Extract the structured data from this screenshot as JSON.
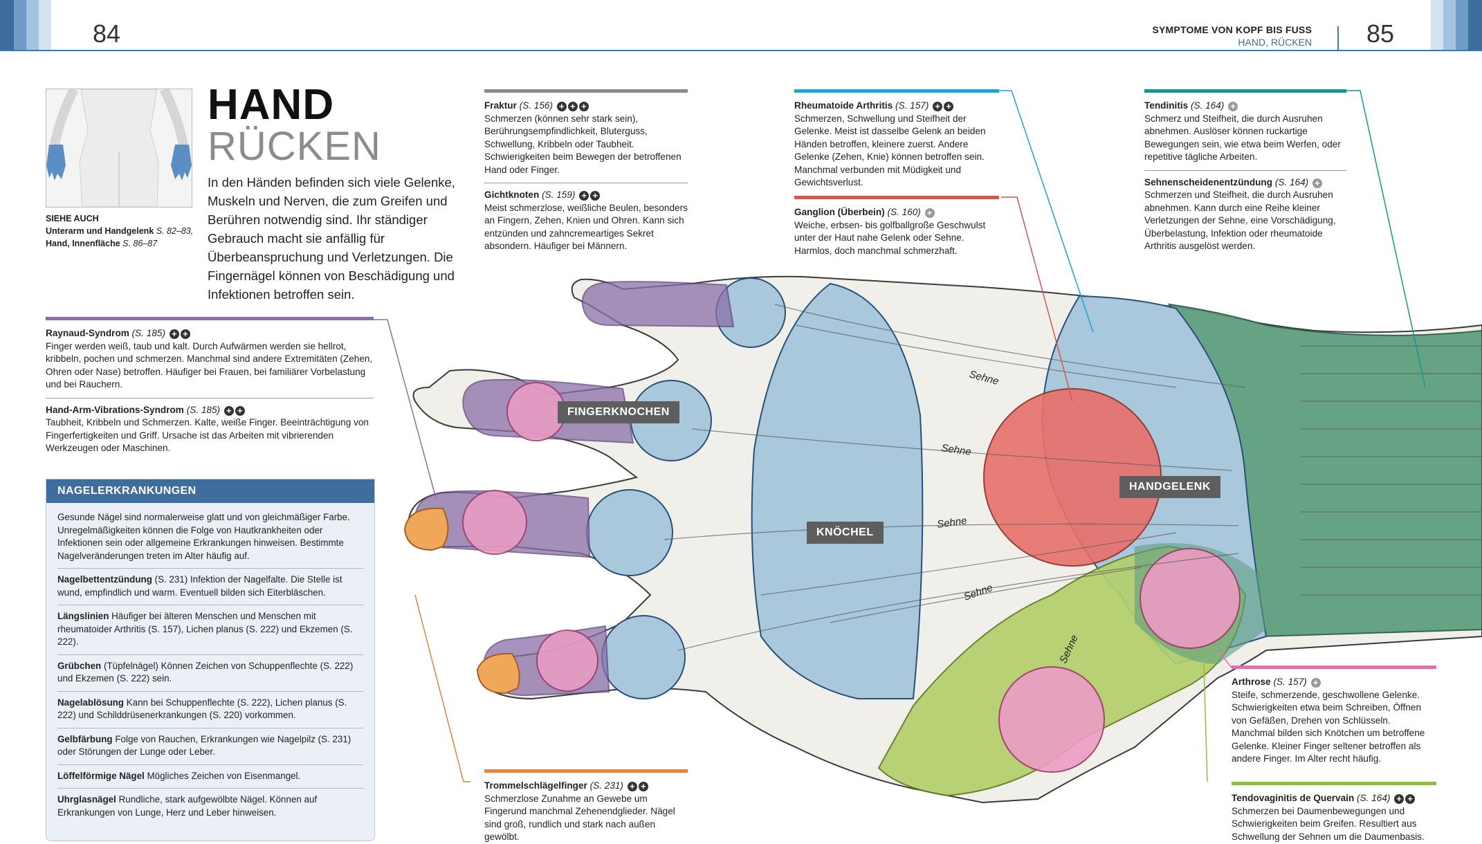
{
  "header": {
    "page_left": "84",
    "page_right": "85",
    "running_title": "SYMPTOME VON KOPF BIS FUSS",
    "running_subtitle": "HAND, RÜCKEN"
  },
  "title": {
    "line1": "HAND",
    "line2": "RÜCKEN"
  },
  "intro": "In den Händen befinden sich viele Gelenke, Muskeln und Nerven, die zum Greifen und Berühren notwendig sind. Ihr ständiger Gebrauch macht sie anfällig für Überbeanspruchung und Verletzungen. Die Fingernägel können von Beschädigung und Infektionen betroffen sein.",
  "see_also": {
    "heading": "SIEHE AUCH",
    "line1": "Unterarm und Handgelenk",
    "line1_ref": "S. 82–83,",
    "line2": "Hand, Innenfläche",
    "line2_ref": "S. 86–87"
  },
  "hand_labels": {
    "fingerknochen": "FINGERKNOCHEN",
    "knoechel": "KNÖCHEL",
    "handgelenk": "HANDGELENK",
    "sehne": "Sehne"
  },
  "callouts": {
    "fraktur": {
      "name": "Fraktur",
      "ref": "(S. 156)",
      "text": "Schmerzen (können sehr stark sein), Berührungsempfindlichkeit, Bluterguss, Schwellung, Kribbeln oder Taubheit. Schwierigkeiten beim Bewegen der betroffenen Hand oder Finger."
    },
    "gicht": {
      "name": "Gichtknoten",
      "ref": "(S. 159)",
      "text": "Meist schmerzlose, weißliche Beulen, besonders an Fingern, Zehen, Knien und Ohren. Kann sich entzünden und zahncremeartiges Sekret absondern. Häufiger bei Männern."
    },
    "rheuma": {
      "name": "Rheumatoide Arthritis",
      "ref": "(S. 157)",
      "text": "Schmerzen, Schwellung und Steifheit der Gelenke. Meist ist dasselbe Gelenk an beiden Händen betroffen, kleinere zuerst. Andere Gelenke (Zehen, Knie) können betroffen sein. Manchmal verbunden mit Müdigkeit und Gewichtsverlust."
    },
    "ganglion": {
      "name": "Ganglion (Überbein)",
      "ref": "(S. 160)",
      "text": "Weiche, erbsen- bis golfballgroße Geschwulst unter der Haut nahe Gelenk oder Sehne. Harmlos, doch manchmal schmerzhaft."
    },
    "tendinitis": {
      "name": "Tendinitis",
      "ref": "(S. 164)",
      "text": "Schmerz und Steifheit, die durch Ausruhen abnehmen. Auslöser können ruckartige Bewegungen sein, wie etwa beim Werfen, oder repetitive tägliche Arbeiten."
    },
    "sehnenscheide": {
      "name": "Sehnenscheidenentzündung",
      "ref": "(S. 164)",
      "text": "Schmerzen und Steifheit, die durch Ausruhen abnehmen. Kann durch eine Reihe kleiner Verletzungen der Sehne, eine Vorschädigung, Überbelastung, Infektion oder rheumatoide Arthritis ausgelöst werden."
    },
    "raynaud": {
      "name": "Raynaud-Syndrom",
      "ref": "(S. 185)",
      "text": "Finger werden weiß, taub und kalt. Durch Aufwärmen werden sie hellrot, kribbeln, pochen und schmerzen. Manchmal sind andere Extremitäten (Zehen, Ohren oder Nase) betroffen. Häufiger bei Frauen, bei familiärer Vorbelastung und bei Rauchern."
    },
    "vibration": {
      "name": "Hand-Arm-Vibrations-Syndrom",
      "ref": "(S. 185)",
      "text": "Taubheit, Kribbeln und Schmerzen. Kalte, weiße Finger. Beeinträchtigung von Fingerfertigkeiten und Griff. Ursache ist das Arbeiten mit vibrierenden Werkzeugen oder Maschinen."
    },
    "trommel": {
      "name": "Trommelschlägelfinger",
      "ref": "(S. 231)",
      "text": "Schmerzlose Zunahme an Gewebe um Fingerund manchmal Zehenendglieder. Nägel sind groß, rundlich und stark nach außen gewölbt."
    },
    "arthrose": {
      "name": "Arthrose",
      "ref": "(S. 157)",
      "text": "Steife, schmerzende, geschwollene Gelenke. Schwierigkeiten etwa beim Schreiben, Öffnen von Gefäßen, Drehen von Schlüsseln. Manchmal bilden sich Knötchen um betroffene Gelenke. Kleiner Finger seltener betroffen als andere Finger. Im Alter recht häufig."
    },
    "quervain": {
      "name": "Tendovaginitis de Quervain",
      "ref": "(S. 164)",
      "text": "Schmerzen bei Daumenbewegungen und Schwierigkeiten beim Greifen. Resultiert aus Schwellung der Sehnen um die Daumenbasis."
    }
  },
  "nagel": {
    "heading": "NAGELERKRANKUNGEN",
    "intro": "Gesunde Nägel sind normalerweise glatt und von gleichmäßiger Farbe. Unregelmäßigkeiten können die Folge von Hautkrankheiten oder Infektionen sein oder allgemeine Erkrankungen hinweisen. Bestimmte Nagelveränderungen treten im Alter häufig auf.",
    "items": [
      {
        "term": "Nagelbettentzündung",
        "text": "(S. 231) Infektion der Nagelfalte. Die Stelle ist wund, empfindlich und warm. Eventuell bilden sich Eiterbläschen."
      },
      {
        "term": "Längslinien",
        "text": "Häufiger bei älteren Menschen und Menschen mit rheumatoider Arthritis (S. 157), Lichen planus (S. 222) und Ekzemen (S. 222)."
      },
      {
        "term": "Grübchen",
        "text": "(Tüpfelnägel) Können Zeichen von Schuppenflechte (S. 222) und Ekzemen (S. 222) sein."
      },
      {
        "term": "Nagelablösung",
        "text": "Kann bei Schuppenflechte (S. 222), Lichen planus (S. 222) und Schilddrüsenerkrankungen (S. 220) vorkommen."
      },
      {
        "term": "Gelbfärbung",
        "text": "Folge von Rauchen, Erkrankungen wie Nagelpilz (S. 231) oder Störungen der Lunge oder Leber."
      },
      {
        "term": "Löffelförmige Nägel",
        "text": "Mögliches Zeichen von Eisenmangel."
      },
      {
        "term": "Uhrglasnägel",
        "text": "Rundliche, stark aufgewölbte Nägel. Können auf Erkrankungen von Lunge, Herz und Leber hinweisen."
      }
    ]
  },
  "colors": {
    "accent_blue": "#3d7ab0",
    "purple": "#8a6fa8",
    "blue_region": "#a9c8dc",
    "red_region": "#e8706a",
    "pink": "#ec9cc4",
    "green": "#5f9f80",
    "lime": "#b4cf6c",
    "orange": "#f0a75a",
    "callout_gray": "#888888",
    "cyan": "#1aa3d8",
    "teal": "#0f9a8f",
    "red_line": "#d9534f",
    "orange_line": "#e8823a",
    "green_line": "#8fbf3a",
    "pink_line": "#e36fb3"
  }
}
